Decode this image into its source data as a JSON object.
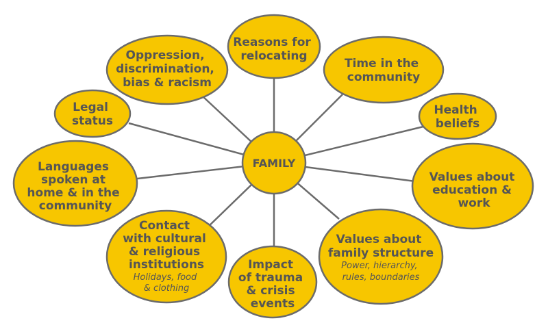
{
  "center": {
    "label": "FAMILY"
  },
  "nodes": {
    "reasons": {
      "lines": [
        "Reasons for",
        "relocating"
      ]
    },
    "oppression": {
      "lines": [
        "Oppression,",
        "discrimination,",
        "bias & racism"
      ]
    },
    "time": {
      "lines": [
        "Time in the",
        "community"
      ]
    },
    "legal": {
      "lines": [
        "Legal",
        "status"
      ]
    },
    "health": {
      "lines": [
        "Health",
        "beliefs"
      ]
    },
    "languages": {
      "lines": [
        "Languages",
        "spoken at",
        "home & in the",
        "community"
      ]
    },
    "values_edu": {
      "lines": [
        "Values about",
        "education &",
        "work"
      ]
    },
    "contact": {
      "lines": [
        "Contact",
        "with cultural",
        "& religious",
        "institutions"
      ],
      "sub": [
        "Holidays, food",
        "& clothing"
      ]
    },
    "trauma": {
      "lines": [
        "Impact",
        "of trauma",
        "& crisis",
        "events"
      ]
    },
    "family_structure": {
      "lines": [
        "Values about",
        "family structure"
      ],
      "sub": [
        "Power, hierarchy,",
        "rules, boundaries"
      ]
    }
  },
  "colors": {
    "fill": "#F7C600",
    "stroke": "#6b6b6b",
    "text": "#555555"
  }
}
